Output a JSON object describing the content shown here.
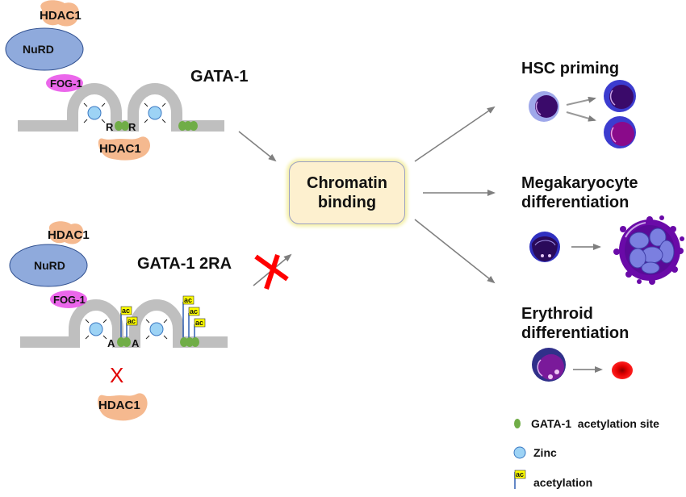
{
  "top_panel": {
    "title": "GATA-1",
    "nurd_label": "NuRD",
    "hdac_label": "HDAC1",
    "fog_label": "FOG-1",
    "residue_left": "R",
    "residue_right": "R",
    "hdac_bound_label": "HDAC1"
  },
  "bottom_panel": {
    "title": "GATA-1 2RA",
    "nurd_label": "NuRD",
    "hdac_label": "HDAC1",
    "fog_label": "FOG-1",
    "residue_left": "A",
    "residue_right": "A",
    "blocked_mark": "X",
    "hdac_unbound_label": "HDAC1",
    "flag_label": "ac"
  },
  "center": {
    "line1": "Chromatin",
    "line2": "binding"
  },
  "outcomes": [
    {
      "line1": "HSC priming",
      "line2": ""
    },
    {
      "line1": "Megakaryocyte",
      "line2": "differentiation"
    },
    {
      "line1": "Erythroid",
      "line2": "differentiation"
    }
  ],
  "legend": [
    {
      "icon": "green-oval-icon",
      "label": "GATA-1  acetylation site"
    },
    {
      "icon": "blue-circle-icon",
      "label": "Zinc"
    },
    {
      "icon": "ac-flag-icon",
      "label": "acetylation"
    }
  ],
  "colors": {
    "hdac": "#f4b183",
    "nurd": "#8faadc",
    "fog": "#e84ce8",
    "chromatin": "#bfbfbf",
    "acetyl_site": "#70ad47",
    "zinc": "#9dd3f5",
    "block_red": "#ff0000",
    "flag": "#ffff00"
  }
}
